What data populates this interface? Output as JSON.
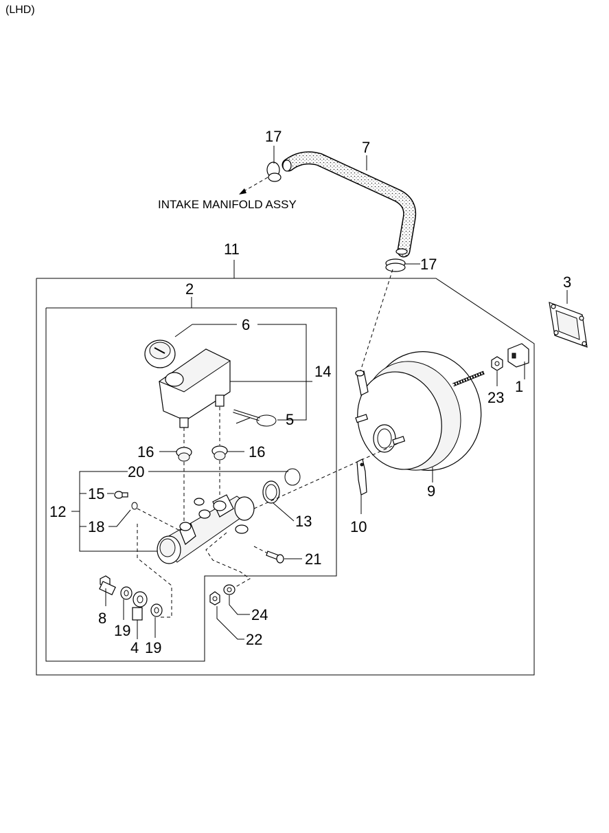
{
  "header": {
    "variant": "(LHD)"
  },
  "callouts": {
    "n1": "1",
    "n2": "2",
    "n3": "3",
    "n4": "4",
    "n5": "5",
    "n6": "6",
    "n7": "7",
    "n8": "8",
    "n9": "9",
    "n10": "10",
    "n11": "11",
    "n12": "12",
    "n13": "13",
    "n14": "14",
    "n15": "15",
    "n16a": "16",
    "n16b": "16",
    "n17a": "17",
    "n17b": "17",
    "n18": "18",
    "n19a": "19",
    "n19b": "19",
    "n20": "20",
    "n21": "21",
    "n22": "22",
    "n23": "23",
    "n24": "24"
  },
  "notes": {
    "intake": "INTAKE MANIFOLD ASSY"
  },
  "colors": {
    "line": "#000000",
    "background": "#ffffff"
  }
}
